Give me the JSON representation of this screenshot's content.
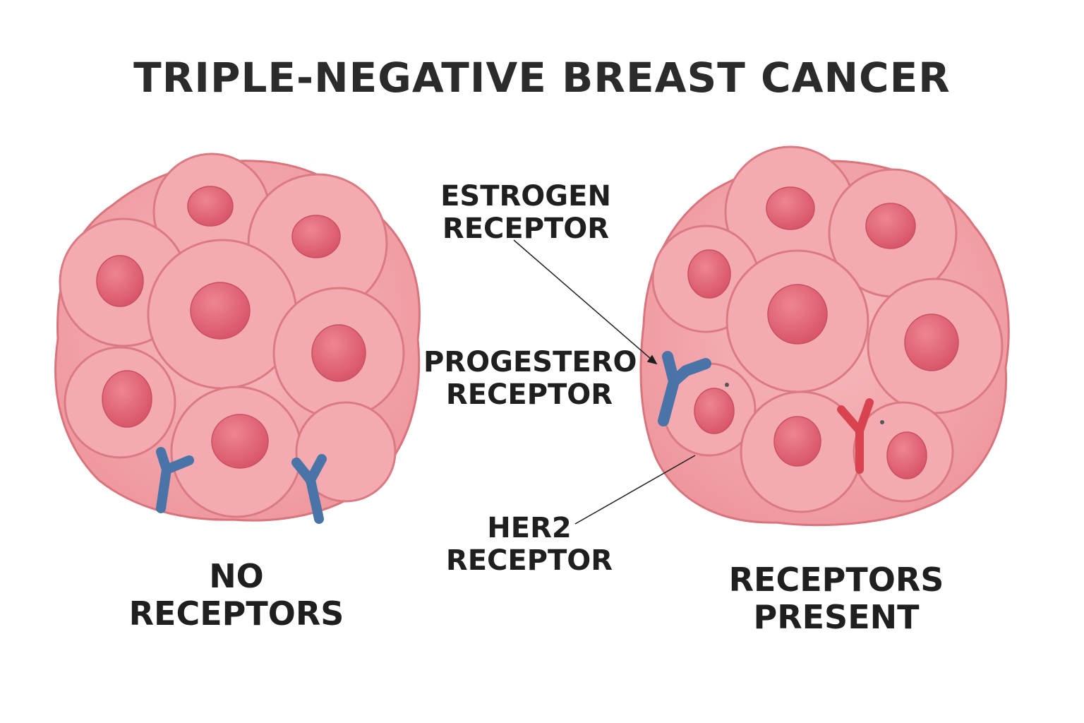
{
  "title": "TRIPLE-NEGATIVE BREAST CANCER",
  "labels": {
    "estrogen": [
      "ESTROGEN",
      "RECEPTOR"
    ],
    "progesterone": [
      "PROGESTERO",
      "RECEPTOR"
    ],
    "her2": [
      "HER2",
      "RECEPTOR"
    ],
    "left_caption": [
      "NO",
      "RECEPTORS"
    ],
    "right_caption": [
      "RECEPTORS",
      "PRESENT"
    ]
  },
  "colors": {
    "cell_fill": "#f2a3a8",
    "cell_edge": "#d9747c",
    "nucleus": "#e26874",
    "receptor_blue": "#4a74a8",
    "receptor_red": "#d9434f"
  }
}
